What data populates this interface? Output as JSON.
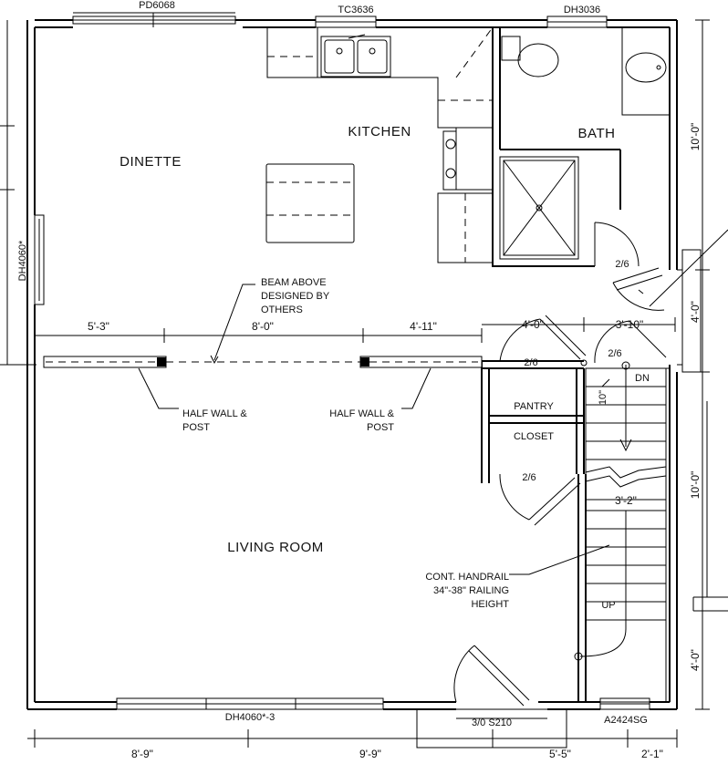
{
  "rooms": {
    "dinette": "DINETTE",
    "kitchen": "KITCHEN",
    "bath": "BATH",
    "living_room": "LIVING ROOM",
    "pantry": "PANTRY",
    "closet": "CLOSET"
  },
  "windows": {
    "top_left": "PD6068",
    "top_center": "TC3636",
    "top_right": "DH3036",
    "left": "DH4060*",
    "bottom": "DH4060*-3",
    "bottom_right": "A2424SG"
  },
  "doors": {
    "bath": "2/6",
    "pantry": "2/6",
    "closet": "2/6",
    "stair": "2/6",
    "entry": "3/0 S210"
  },
  "annotations": {
    "beam": [
      "BEAM ABOVE",
      "DESIGNED BY",
      "OTHERS"
    ],
    "half_wall_left": [
      "HALF WALL &",
      "POST"
    ],
    "half_wall_right": [
      "HALF WALL &",
      "POST"
    ],
    "handrail": [
      "CONT. HANDRAIL",
      "34\"-38\" RAILING",
      "HEIGHT"
    ],
    "stair_down": "DN",
    "stair_up": "UP"
  },
  "dimensions": {
    "beam_span_1": "5'-3\"",
    "beam_span_2": "8'-0\"",
    "beam_span_3": "4'-11\"",
    "pantry_width": "4'-0\"",
    "stair_width": "3'-10\"",
    "stair_landing": "3'-2\"",
    "stair_step": "10\"",
    "right_upper": "10'-0\"",
    "right_middle": "10'-0\"",
    "right_lower": "4'-0\"",
    "bump_out": "4'-0\"",
    "bottom_1": "8'-9\"",
    "bottom_2": "9'-9\"",
    "bottom_3": "5'-5\"",
    "bottom_4": "2'-1\""
  }
}
